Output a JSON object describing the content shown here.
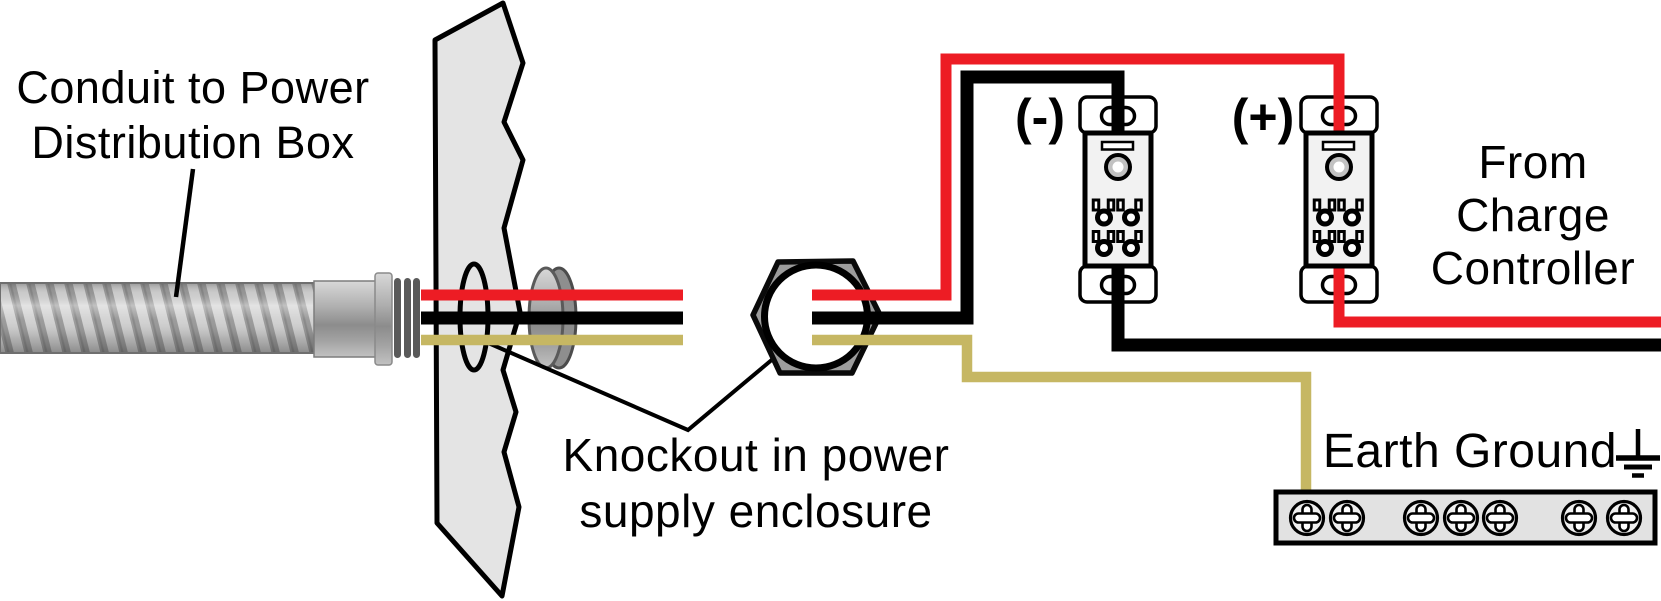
{
  "labels": {
    "conduit_line1": "Conduit to Power",
    "conduit_line2": "Distribution Box",
    "knockout_line1": "Knockout in power",
    "knockout_line2": "supply enclosure",
    "negative_terminal": "(-)",
    "positive_terminal": "(+)",
    "charge_line1": "From",
    "charge_line2": "Charge",
    "charge_line3": "Controller",
    "earth_ground": "Earth Ground"
  },
  "colors": {
    "wire_positive_red": "#ed1c24",
    "wire_negative_black": "#000000",
    "wire_ground_khaki": "#c6b763",
    "panel_fill": "#e4e4e4",
    "metal_mid": "#9c9c9c",
    "fuse_body_fill": "#f2f2f2",
    "bus_bar_fill": "#e2e2e2",
    "outline": "#000000"
  }
}
